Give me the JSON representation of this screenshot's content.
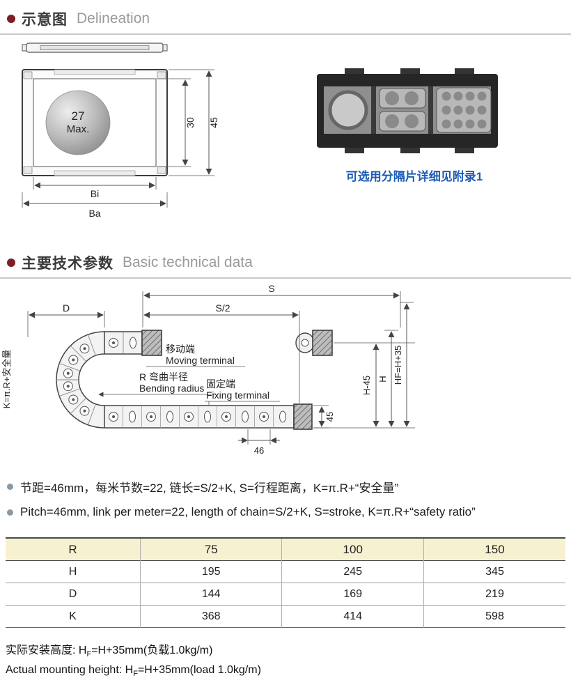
{
  "section1": {
    "title_cn": "示意图",
    "title_en": "Delineation"
  },
  "cross_section": {
    "ball_line1": "27",
    "ball_line2": "Max.",
    "dim_inner_height": "30",
    "dim_outer_height": "45",
    "dim_inner_width": "Bi",
    "dim_outer_width": "Ba"
  },
  "divider": {
    "caption": "可选用分隔片详细见附录1",
    "caption_color": "#1a5bb5"
  },
  "section2": {
    "title_cn": "主要技术参数",
    "title_en": "Basic technical data"
  },
  "side_view": {
    "dim_s": "S",
    "dim_s_half": "S/2",
    "dim_d": "D",
    "moving_cn": "移动端",
    "moving_en": "Moving terminal",
    "bend_cn": "R 弯曲半径",
    "bend_en": "Bending radius",
    "fixed_cn": "固定端",
    "fixed_en": "Fixing terminal",
    "k_formula": "K=π.R+安全量",
    "dim_h_minus_45": "H-45",
    "dim_h": "H",
    "dim_hf": "HF=H+35",
    "dim_45": "45",
    "dim_46": "46"
  },
  "notes": {
    "cn": "节距=46mm，每米节数=22, 链长=S/2+K, S=行程距离，K=π.R+“安全量”",
    "en": "Pitch=46mm, link per meter=22, length of chain=S/2+K, S=stroke, K=π.R+“safety ratio”"
  },
  "table": {
    "header_bg": "#f6f1d0",
    "header_label": "R",
    "header_values": [
      "75",
      "100",
      "150"
    ],
    "rows": [
      {
        "label": "H",
        "values": [
          "195",
          "245",
          "345"
        ]
      },
      {
        "label": "D",
        "values": [
          "144",
          "169",
          "219"
        ]
      },
      {
        "label": "K",
        "values": [
          "368",
          "414",
          "598"
        ]
      }
    ]
  },
  "footer": {
    "cn_prefix": "实际安装高度: H",
    "cn_sub": "F",
    "cn_rest": "=H+35mm(负载1.0kg/m)",
    "en_prefix": "Actual mounting height: H",
    "en_sub": "F",
    "en_rest": "=H+35mm(load 1.0kg/m)"
  }
}
